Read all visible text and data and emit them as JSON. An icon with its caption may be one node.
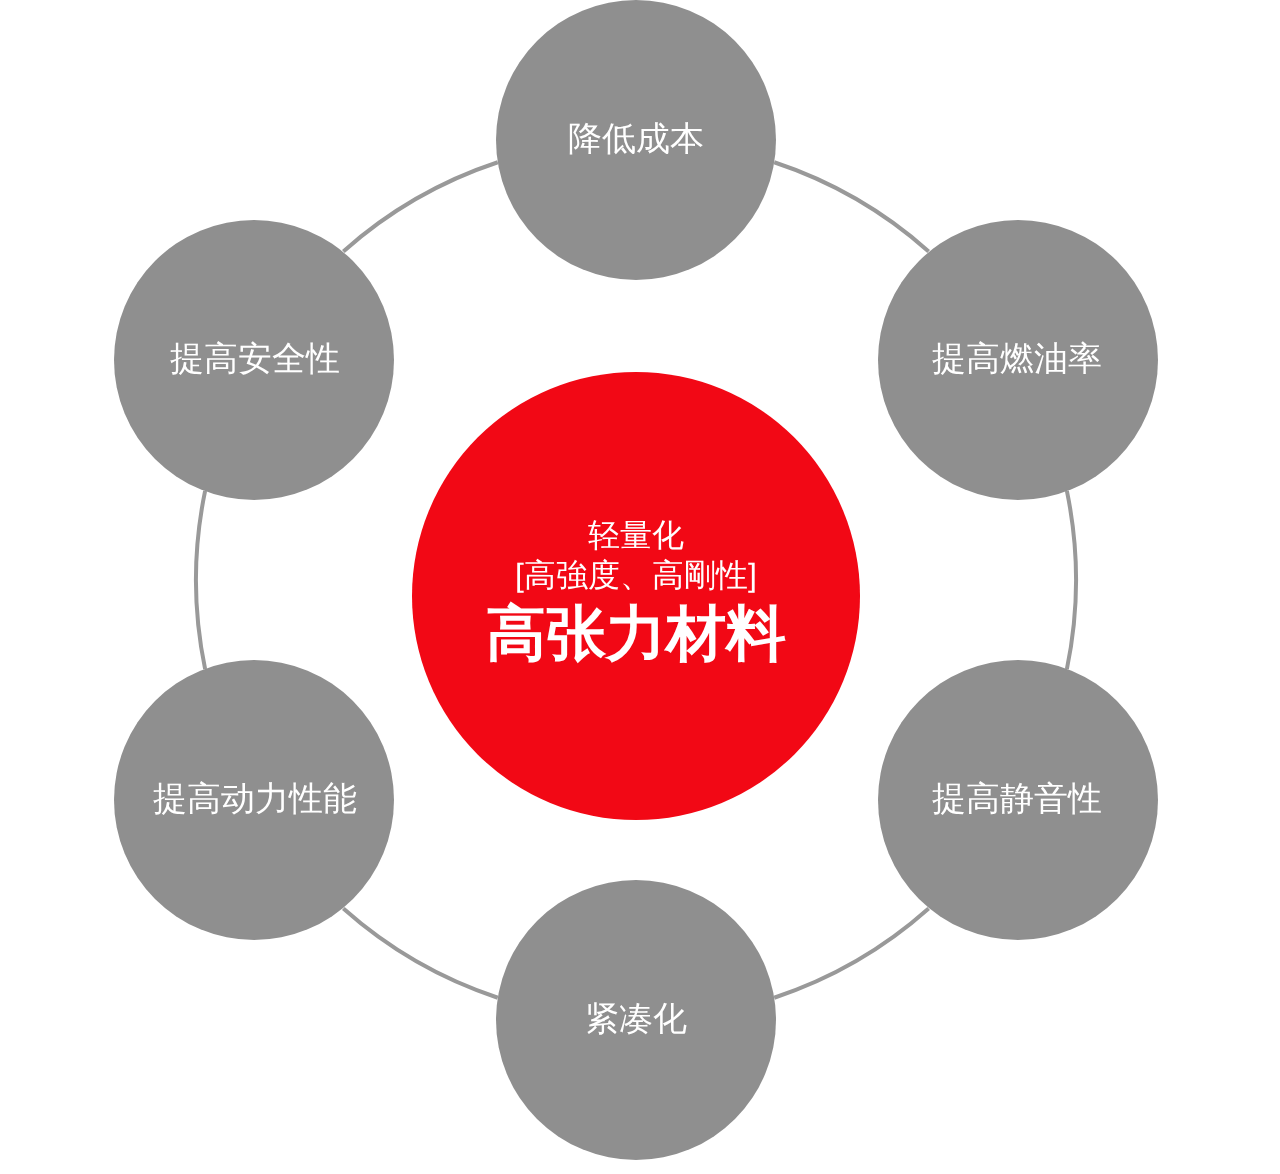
{
  "diagram": {
    "nodes": [
      {
        "text": [
          "轻量化",
          "[高強度、高剛性]",
          "高张力材料"
        ]
      },
      {
        "text": [
          "降低成本"
        ]
      },
      {
        "text": [
          "提高燃油率"
        ]
      },
      {
        "text": [
          "提高静音性"
        ]
      },
      {
        "text": [
          "紧凑化"
        ]
      },
      {
        "text": [
          "提高动力性能"
        ]
      },
      {
        "text": [
          "提高安全性"
        ]
      }
    ],
    "edges": [
      {
        "from": 1,
        "to": 2,
        "arrow": "none"
      },
      {
        "from": 2,
        "to": 3,
        "arrow": "none"
      },
      {
        "from": 3,
        "to": 4,
        "arrow": "none"
      },
      {
        "from": 4,
        "to": 5,
        "arrow": "none"
      },
      {
        "from": 5,
        "to": 6,
        "arrow": "none"
      },
      {
        "from": 6,
        "to": 1,
        "arrow": "none"
      }
    ]
  }
}
